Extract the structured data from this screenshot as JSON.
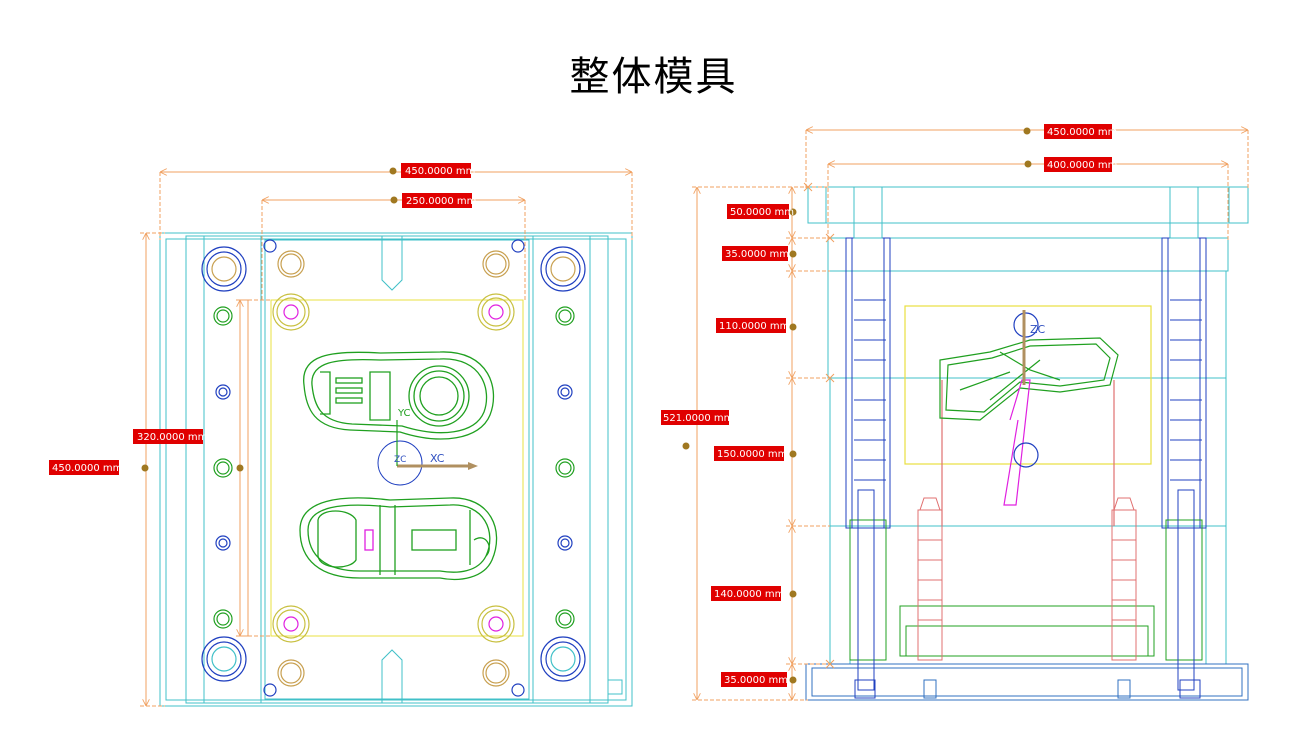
{
  "title": "整体模具",
  "colors": {
    "dimension": "#f0a060",
    "plate": "#40c0c8",
    "part": "#20a020",
    "bolt": "#2040c0",
    "label_bg": "#e00000",
    "label_text": "#ffffff",
    "marker": "#a07820",
    "ejector": "#e07070",
    "gate": "#e020e0"
  },
  "top_view": {
    "dims": {
      "width_outer": "450.0000 mm",
      "width_inner": "250.0000 mm",
      "height_inner": "320.0000 mm",
      "height_outer": "450.0000 mm"
    },
    "csys": {
      "x_label": "XC",
      "y_label": "YC",
      "z_label": "ZC"
    }
  },
  "side_view": {
    "dims": {
      "width_outer": "450.0000 mm",
      "width_inner": "400.0000 mm",
      "h_top_clamp": "50.0000 mm",
      "h_a_plate1": "35.0000 mm",
      "h_a_plate2": "110.0000 mm",
      "h_total": "521.0000 mm",
      "h_b_plate": "150.0000 mm",
      "h_spacer": "140.0000 mm",
      "h_bottom_clamp": "35.0000 mm"
    },
    "csys": {
      "z_label": "ZC"
    }
  }
}
